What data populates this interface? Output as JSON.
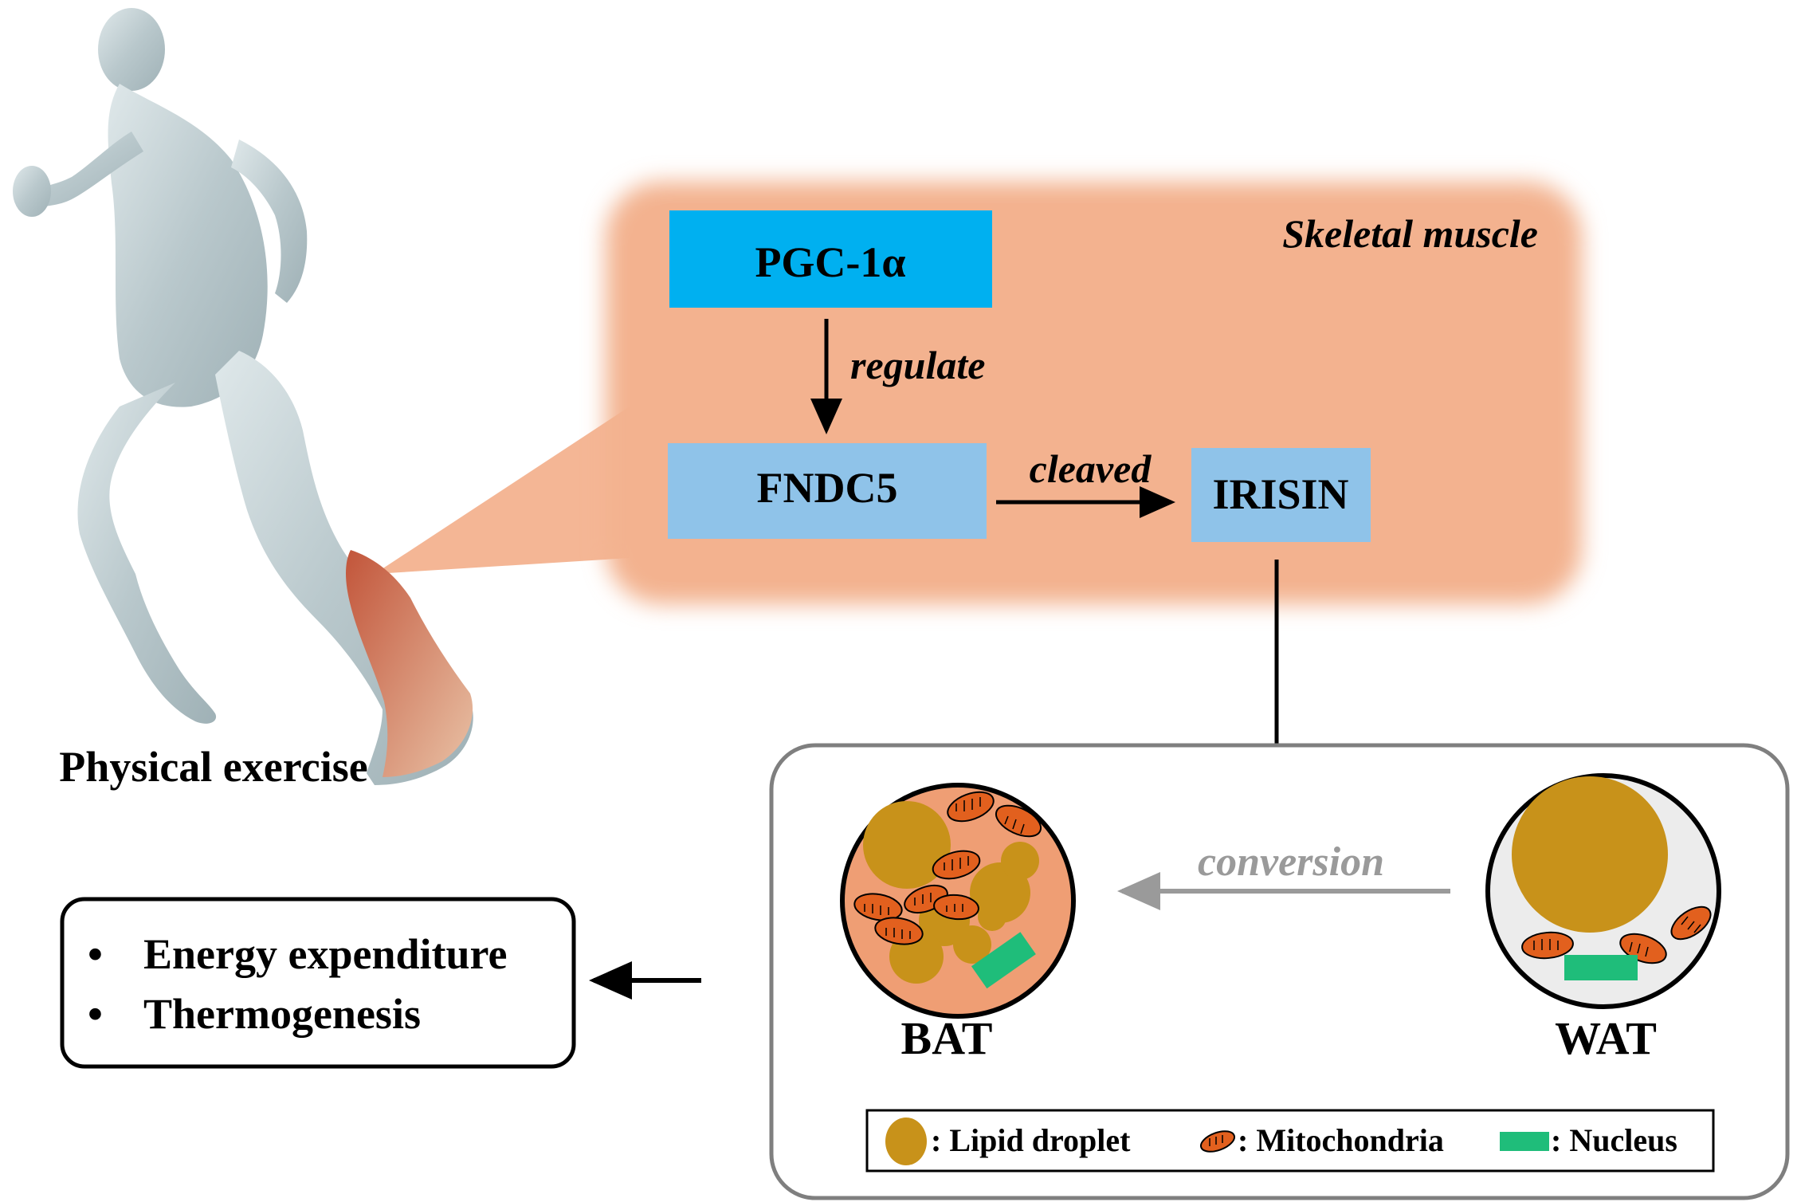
{
  "figure": {
    "exercise_label": "Physical exercise",
    "muscle_panel": {
      "title": "Skeletal muscle",
      "pgc_label": "PGC-1α",
      "regulate_label": "regulate",
      "fndc5_label": "FNDC5",
      "cleaved_label": "cleaved",
      "irisin_label": "IRISIN"
    },
    "adipose_panel": {
      "conversion_label": "conversion",
      "bat_label": "BAT",
      "wat_label": "WAT",
      "legend": {
        "lipid_label": ": Lipid droplet",
        "mito_label": ": Mitochondria",
        "nucleus_label": ": Nucleus"
      }
    },
    "outcomes": {
      "bullet": "•",
      "items": [
        "Energy expenditure",
        "Thermogenesis"
      ]
    },
    "colors": {
      "muscle_bg": "#f3b28f",
      "pgc_box": "#00b0f0",
      "fndc5_box": "#8fc3e9",
      "lipid": "#c8921a",
      "mitochondria": "#e2601e",
      "nucleus": "#1fbd7a",
      "bat_cytoplasm": "#ef9e74",
      "wat_cytoplasm": "#ececec",
      "conversion_arrow": "#9a9a9a"
    }
  }
}
